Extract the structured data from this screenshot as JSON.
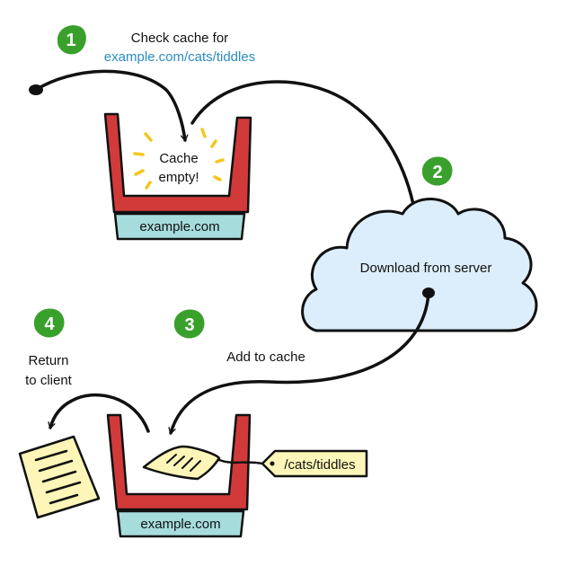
{
  "colors": {
    "ink": "#111111",
    "cache_red": "#d23a3a",
    "cache_base": "#a6dcdc",
    "badge_green": "#3aa02c",
    "cloud_fill": "#dceefb",
    "link_blue": "#2a8cc2",
    "highlight_yellow": "#f3c71e",
    "note_yellow": "#fdf6b8"
  },
  "steps": [
    {
      "number": "1",
      "label_line1": "Check cache for",
      "label_line2": "example.com/cats/tiddles"
    },
    {
      "number": "2",
      "label": "Download from server"
    },
    {
      "number": "3",
      "label": "Add to cache"
    },
    {
      "number": "4",
      "label_line1": "Return",
      "label_line2": "to client"
    }
  ],
  "cache_top": {
    "status_line1": "Cache",
    "status_line2": "empty!",
    "base_label": "example.com"
  },
  "cache_bottom": {
    "base_label": "example.com",
    "tag_label": "/cats/tiddles"
  },
  "icons": {
    "cache_bin": "cache-bin-icon",
    "cloud": "cloud-icon",
    "response_paper": "response-paper-icon",
    "document": "document-icon",
    "tag": "tag-icon"
  }
}
